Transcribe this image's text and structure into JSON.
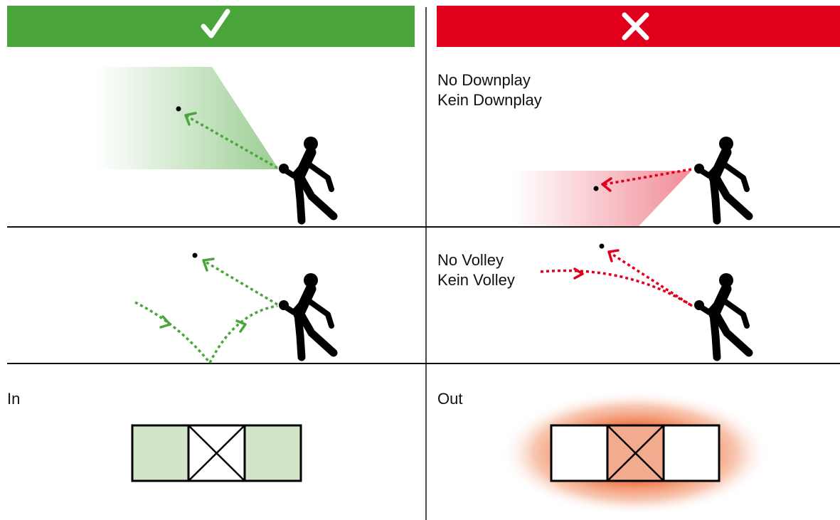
{
  "headers": {
    "correct": {
      "icon": "check-icon",
      "color": "#4aa63b"
    },
    "incorrect": {
      "icon": "cross-icon",
      "color": "#e0001b"
    }
  },
  "rows": [
    {
      "left": {
        "text": []
      },
      "right": {
        "text": [
          "No Downplay",
          "Kein Downplay"
        ]
      }
    },
    {
      "left": {
        "text": []
      },
      "right": {
        "text": [
          "No Volley",
          "Kein Volley"
        ]
      }
    },
    {
      "left": {
        "text": [
          "In"
        ]
      },
      "right": {
        "text": [
          "Out"
        ]
      }
    }
  ],
  "colors": {
    "green": "#4aa63b",
    "red": "#e0001b",
    "green_fill": "#d3e5c8",
    "salmon_fill": "#f2ab8e",
    "figure": "#000000"
  }
}
